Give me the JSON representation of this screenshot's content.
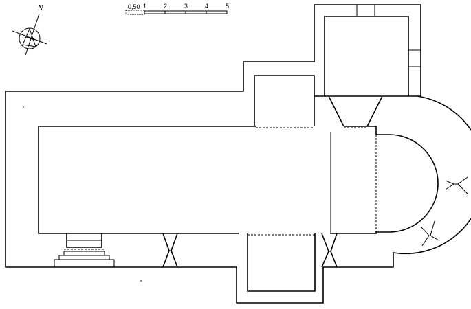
{
  "north_arrow": {
    "label": "N"
  },
  "scale_bar": {
    "labels": [
      "0,50",
      "1",
      "2",
      "3",
      "4",
      "5"
    ]
  }
}
